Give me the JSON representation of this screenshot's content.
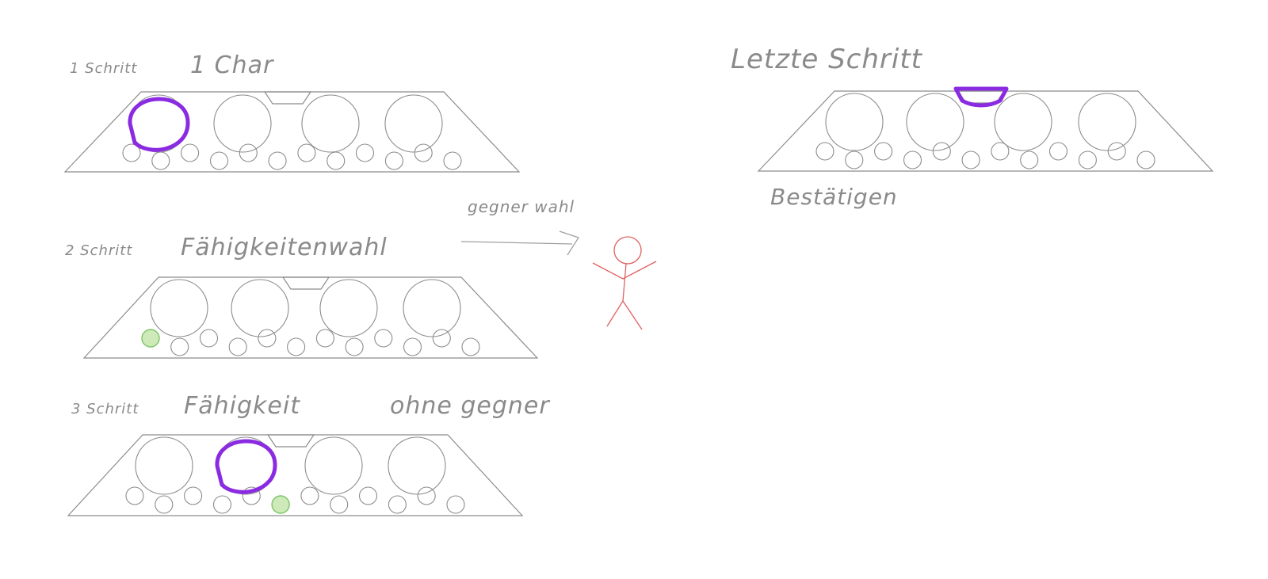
{
  "labels": {
    "step1": "1 Schritt",
    "step1_sub": "1 Char",
    "step2": "2 Schritt",
    "step2_sub": "Fähigkeitenwahl",
    "arrow_label": "gegner wahl",
    "step3": "3 Schritt",
    "step3_sub": "Fähigkeit",
    "step3_tail": "ohne gegner",
    "last_step": "Letzte Schritt",
    "confirm": "Bestätigen"
  },
  "colors": {
    "outline": "#8c8c8c",
    "highlight": "#8a2be2",
    "selected": "#7fc46a",
    "figure": "#e06060",
    "text": "#8a8a8a"
  },
  "panels": [
    {
      "id": "step1",
      "tab": true,
      "highlight": "char-0",
      "selected_skill": null
    },
    {
      "id": "step2",
      "tab": true,
      "highlight": null,
      "selected_skill": 0
    },
    {
      "id": "step3",
      "tab": true,
      "highlight": "char-1",
      "selected_skill": 5
    },
    {
      "id": "last",
      "tab": true,
      "highlight": "tab",
      "selected_skill": null
    }
  ]
}
